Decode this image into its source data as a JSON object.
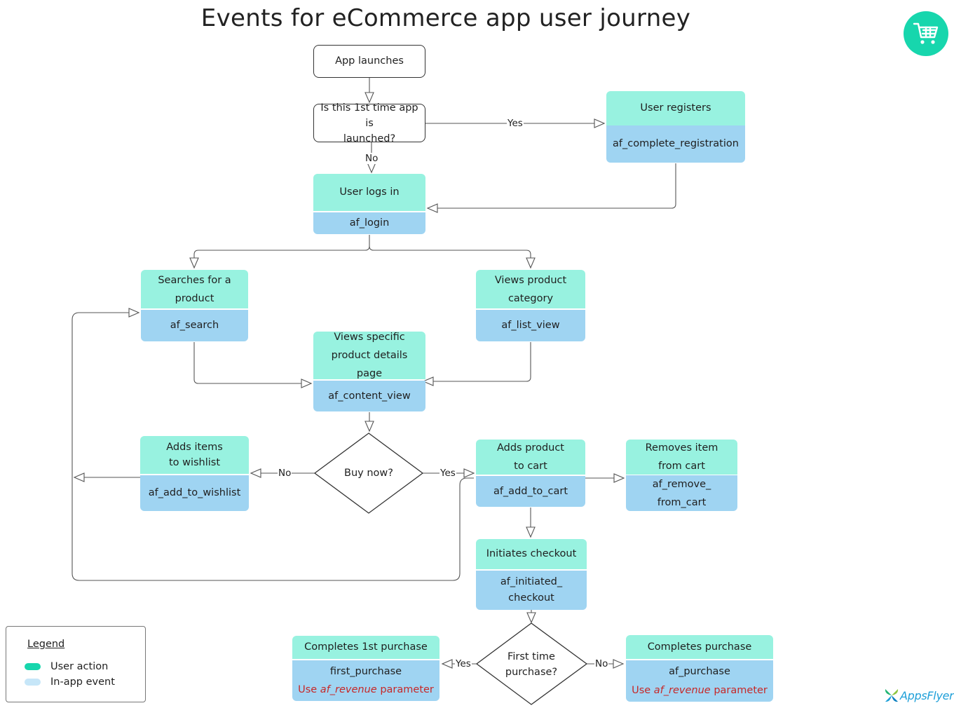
{
  "title": "Events for eCommerce app user journey",
  "colors": {
    "user_action": "#98f2e0",
    "in_app_event": "#9fd4f2",
    "revenue_note": "#c62828",
    "line": "#555555"
  },
  "nodes": {
    "app_launches": "App launches",
    "first_time_q": "Is this 1st time app is\nlaunched?",
    "user_registers": "User registers",
    "af_complete_registration": "af_complete_registration",
    "user_logs_in": "User logs in",
    "af_login": "af_login",
    "searches": "Searches for a\nproduct",
    "af_search": "af_search",
    "views_category": "Views product\ncategory",
    "af_list_view": "af_list_view",
    "views_details": "Views specific\nproduct details page",
    "af_content_view": "af_content_view",
    "buy_now_q": "Buy now?",
    "adds_wishlist": "Adds items\nto wishlist",
    "af_add_to_wishlist": "af_add_to_wishlist",
    "adds_cart": "Adds  product\nto cart",
    "af_add_to_cart": "af_add_to_cart",
    "removes_item": "Removes item\nfrom cart",
    "af_remove_from_cart": "af_remove_\nfrom_cart",
    "initiates_checkout": "Initiates checkout",
    "af_initiated_checkout": "af_initiated_\ncheckout",
    "first_purchase_q": "First time\npurchase?",
    "completes_first": "Completes 1st purchase",
    "first_purchase": "first_purchase",
    "completes_purchase": "Completes purchase",
    "af_purchase": "af_purchase",
    "revenue_prefix": "Use ",
    "revenue_param": "af_revenue",
    "revenue_suffix": " parameter"
  },
  "edge_labels": {
    "yes": "Yes",
    "no": "No"
  },
  "legend": {
    "title": "Legend",
    "user_action": "User action",
    "in_app_event": "In-app event"
  },
  "icons": {
    "badge": "shopping-cart-icon",
    "brand_logo": "appsflyer-logo-icon"
  },
  "brand": "AppsFlyer"
}
